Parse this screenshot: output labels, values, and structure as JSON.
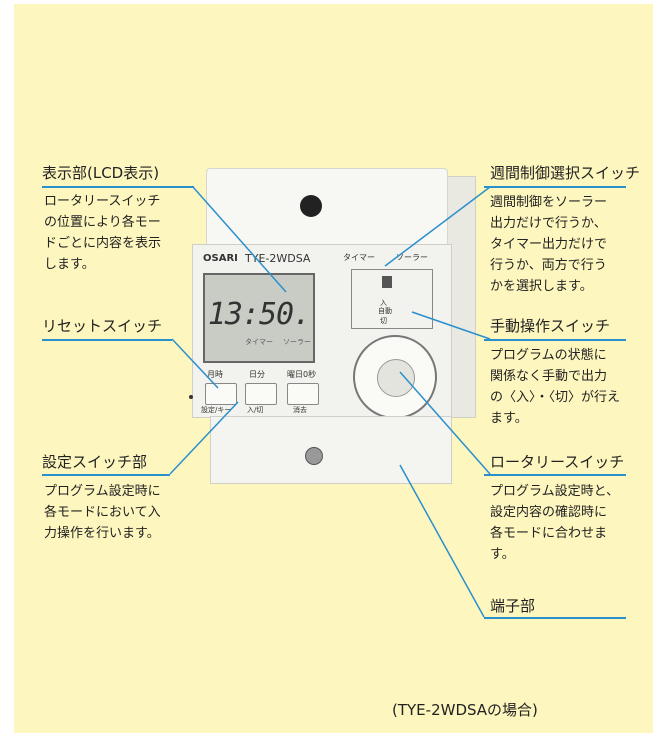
{
  "labels": {
    "lcd": {
      "title": "表示部(LCD表示)",
      "desc": "ロータリースイッチ\nの位置により各モー\nドごとに内容を表示\nします。"
    },
    "weekly": {
      "title": "週間制御選択スイッチ",
      "desc": "週間制御をソーラー\n出力だけで行うか、\nタイマー出力だけで\n行うか、両方で行う\nかを選択します。"
    },
    "reset": {
      "title": "リセットスイッチ"
    },
    "manual": {
      "title": "手動操作スイッチ",
      "desc": "プログラムの状態に\n関係なく手動で出力\nの〈入〉・〈切〉が行え\nます。"
    },
    "settings": {
      "title": "設定スイッチ部",
      "desc": "プログラム設定時に\n各モードにおいて入\n力操作を行います。"
    },
    "rotary": {
      "title": "ロータリースイッチ",
      "desc": "プログラム設定時と、\n設定内容の確認時に\n各モードに合わせま\nす。"
    },
    "terminal": {
      "title": "端子部"
    }
  },
  "device": {
    "brand": "OSARI",
    "model": "TYE-2WDSA",
    "display_time": "13:50.",
    "timer_label": "タイマー",
    "solar_label": "ソーラー",
    "lcd_sub1": "タイマー",
    "lcd_sub2": "ソーラー",
    "switch_on": "入",
    "switch_auto": "自動",
    "switch_off": "切",
    "buttons": [
      {
        "top": "月時",
        "bottom": "設定/キー"
      },
      {
        "top": "日分",
        "bottom": "入/切"
      },
      {
        "top": "曜日0秒",
        "bottom": "消去"
      }
    ]
  },
  "caption": "(TYE-2WDSAの場合)",
  "colors": {
    "background": "#fdf6bf",
    "accent": "#2a90cc"
  }
}
